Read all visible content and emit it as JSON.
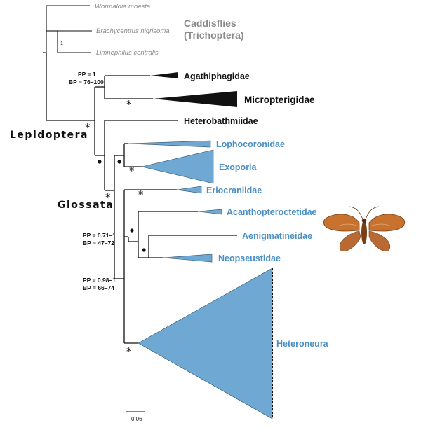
{
  "outgroup": {
    "taxa": [
      "Wormaldia moesta",
      "Brachycentrus nigrisoma",
      "Limnephilus centralis"
    ],
    "group_name_line1": "Caddisflies",
    "group_name_line2": "(Trichoptera)",
    "node_label": "1"
  },
  "clades": {
    "lepidoptera": "Lepidoptera",
    "glossata": "Glossata"
  },
  "families": {
    "agathiphagidae": "Agathiphagidae",
    "micropterigidae": "Micropterigidae",
    "heterobathmiidae": "Heterobathmiidae",
    "lophocoronidae": "Lophocoronidae",
    "exoporia": "Exoporia",
    "eriocraniidae": "Eriocraniidae",
    "acanthopteroctetidae": "Acanthopteroctetidae",
    "aenigmatineidae": "Aenigmatineidae",
    "neopseustidae": "Neopseustidae",
    "heteroneura": "Heteroneura"
  },
  "support": {
    "agath_micro_pp": "PP = 1",
    "agath_micro_bp": "BP = 76–100",
    "node_a_pp": "PP = 0.71–1",
    "node_a_bp": "BP = 47–72",
    "node_b_pp": "PP = 0.98–1",
    "node_b_bp": "BP = 66–74",
    "star": "*"
  },
  "scale": {
    "label": "0.06"
  },
  "colors": {
    "blue_clade": "#6fa9d3",
    "blue_text": "#4a8ec2",
    "black_clade": "#111111",
    "outgroup_text": "#8a8a8a"
  }
}
